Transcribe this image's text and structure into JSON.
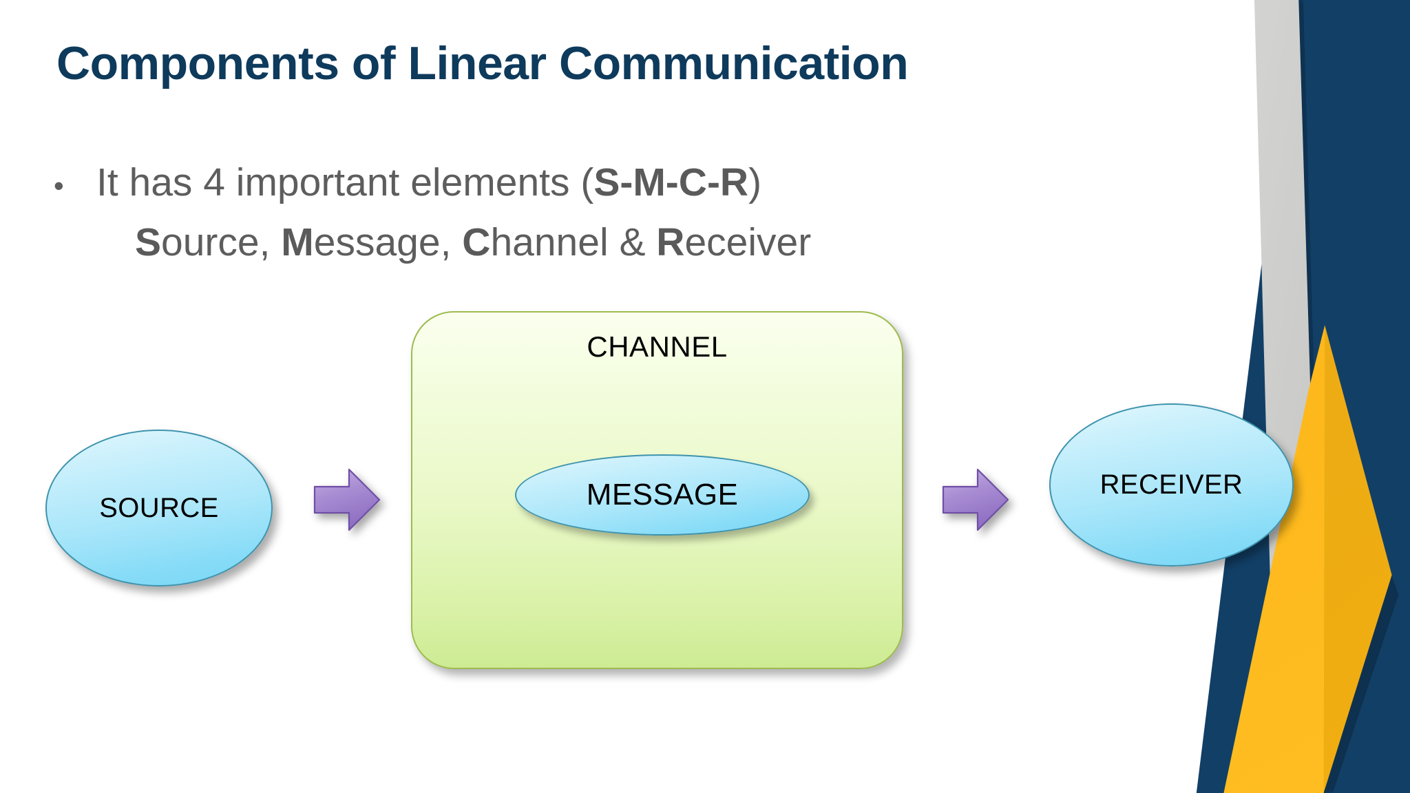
{
  "slide": {
    "title": "Components of Linear Communication",
    "title_color": "#0e3a5c",
    "background_color": "#ffffff",
    "body_text_color": "#5d5d5d"
  },
  "bullets": [
    {
      "marker": "•",
      "segments": [
        {
          "text": "It has 4 important elements (",
          "bold": false
        },
        {
          "text": "S-M-C-R",
          "bold": true
        },
        {
          "text": ")",
          "bold": false
        }
      ],
      "plain": "It has 4 important elements (S-M-C-R)"
    },
    {
      "marker": "",
      "segments": [
        {
          "text": "S",
          "bold": true
        },
        {
          "text": "ource, ",
          "bold": false
        },
        {
          "text": "M",
          "bold": true
        },
        {
          "text": "essage, ",
          "bold": false
        },
        {
          "text": "C",
          "bold": true
        },
        {
          "text": "hannel & ",
          "bold": false
        },
        {
          "text": "R",
          "bold": true
        },
        {
          "text": "eceiver",
          "bold": false
        }
      ],
      "plain": "Source, Message, Channel & Receiver"
    }
  ],
  "bullet_line1": {
    "marker": "•",
    "lead": "It has 4 important elements (",
    "emphasis": "S-M-C-R",
    "trail": ")"
  },
  "bullet_line2": {
    "s": "S",
    "s_rest": "ource, ",
    "m": "M",
    "m_rest": "essage, ",
    "c": "C",
    "c_rest": "hannel & ",
    "r": "R",
    "r_rest": "eceiver"
  },
  "diagram": {
    "type": "linear-communication-model",
    "nodes": [
      {
        "id": "source",
        "label": "SOURCE",
        "shape": "ellipse",
        "fill": "#a9e6fa",
        "border": "#3f93ad"
      },
      {
        "id": "channel",
        "label": "CHANNEL",
        "shape": "rounded-rect",
        "fill": "#e9f8c6",
        "border": "#9dbb4e"
      },
      {
        "id": "message",
        "label": "MESSAGE",
        "shape": "ellipse",
        "fill": "#a9e6fa",
        "border": "#3f93ad"
      },
      {
        "id": "receiver",
        "label": "RECEIVER",
        "shape": "ellipse",
        "fill": "#a9e6fa",
        "border": "#3f93ad"
      }
    ],
    "arrows": [
      {
        "id": "arrow-source-to-channel",
        "from": "source",
        "to": "channel",
        "direction": "right",
        "color": "#9b7fc6"
      },
      {
        "id": "arrow-channel-to-receiver",
        "from": "channel",
        "to": "receiver",
        "direction": "right",
        "color": "#9b7fc6"
      }
    ],
    "source_label": "SOURCE",
    "channel_label": "CHANNEL",
    "message_label": "MESSAGE",
    "receiver_label": "RECEIVER"
  },
  "decoration": {
    "name": "corner-chevron-band",
    "navy": "#123f66",
    "gray": "#cdcdcb",
    "orange": "#fdb81b",
    "orange_dark": "#eda911"
  }
}
